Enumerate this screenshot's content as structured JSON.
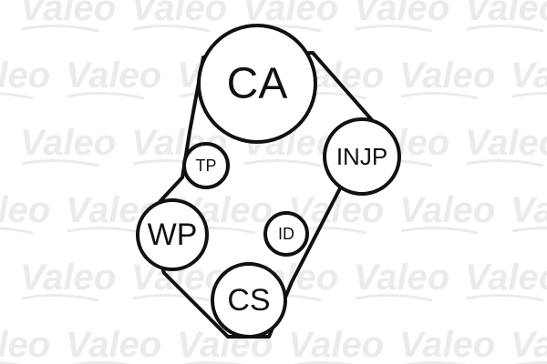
{
  "watermark": {
    "text": "Valeo",
    "color": "#ebebeb"
  },
  "diagram": {
    "line_color": "#111111",
    "pulleys": [
      {
        "id": "ca",
        "label": "CA"
      },
      {
        "id": "injp",
        "label": "INJP"
      },
      {
        "id": "tp",
        "label": "TP"
      },
      {
        "id": "wp",
        "label": "WP"
      },
      {
        "id": "id",
        "label": "ID"
      },
      {
        "id": "cs",
        "label": "CS"
      }
    ]
  }
}
